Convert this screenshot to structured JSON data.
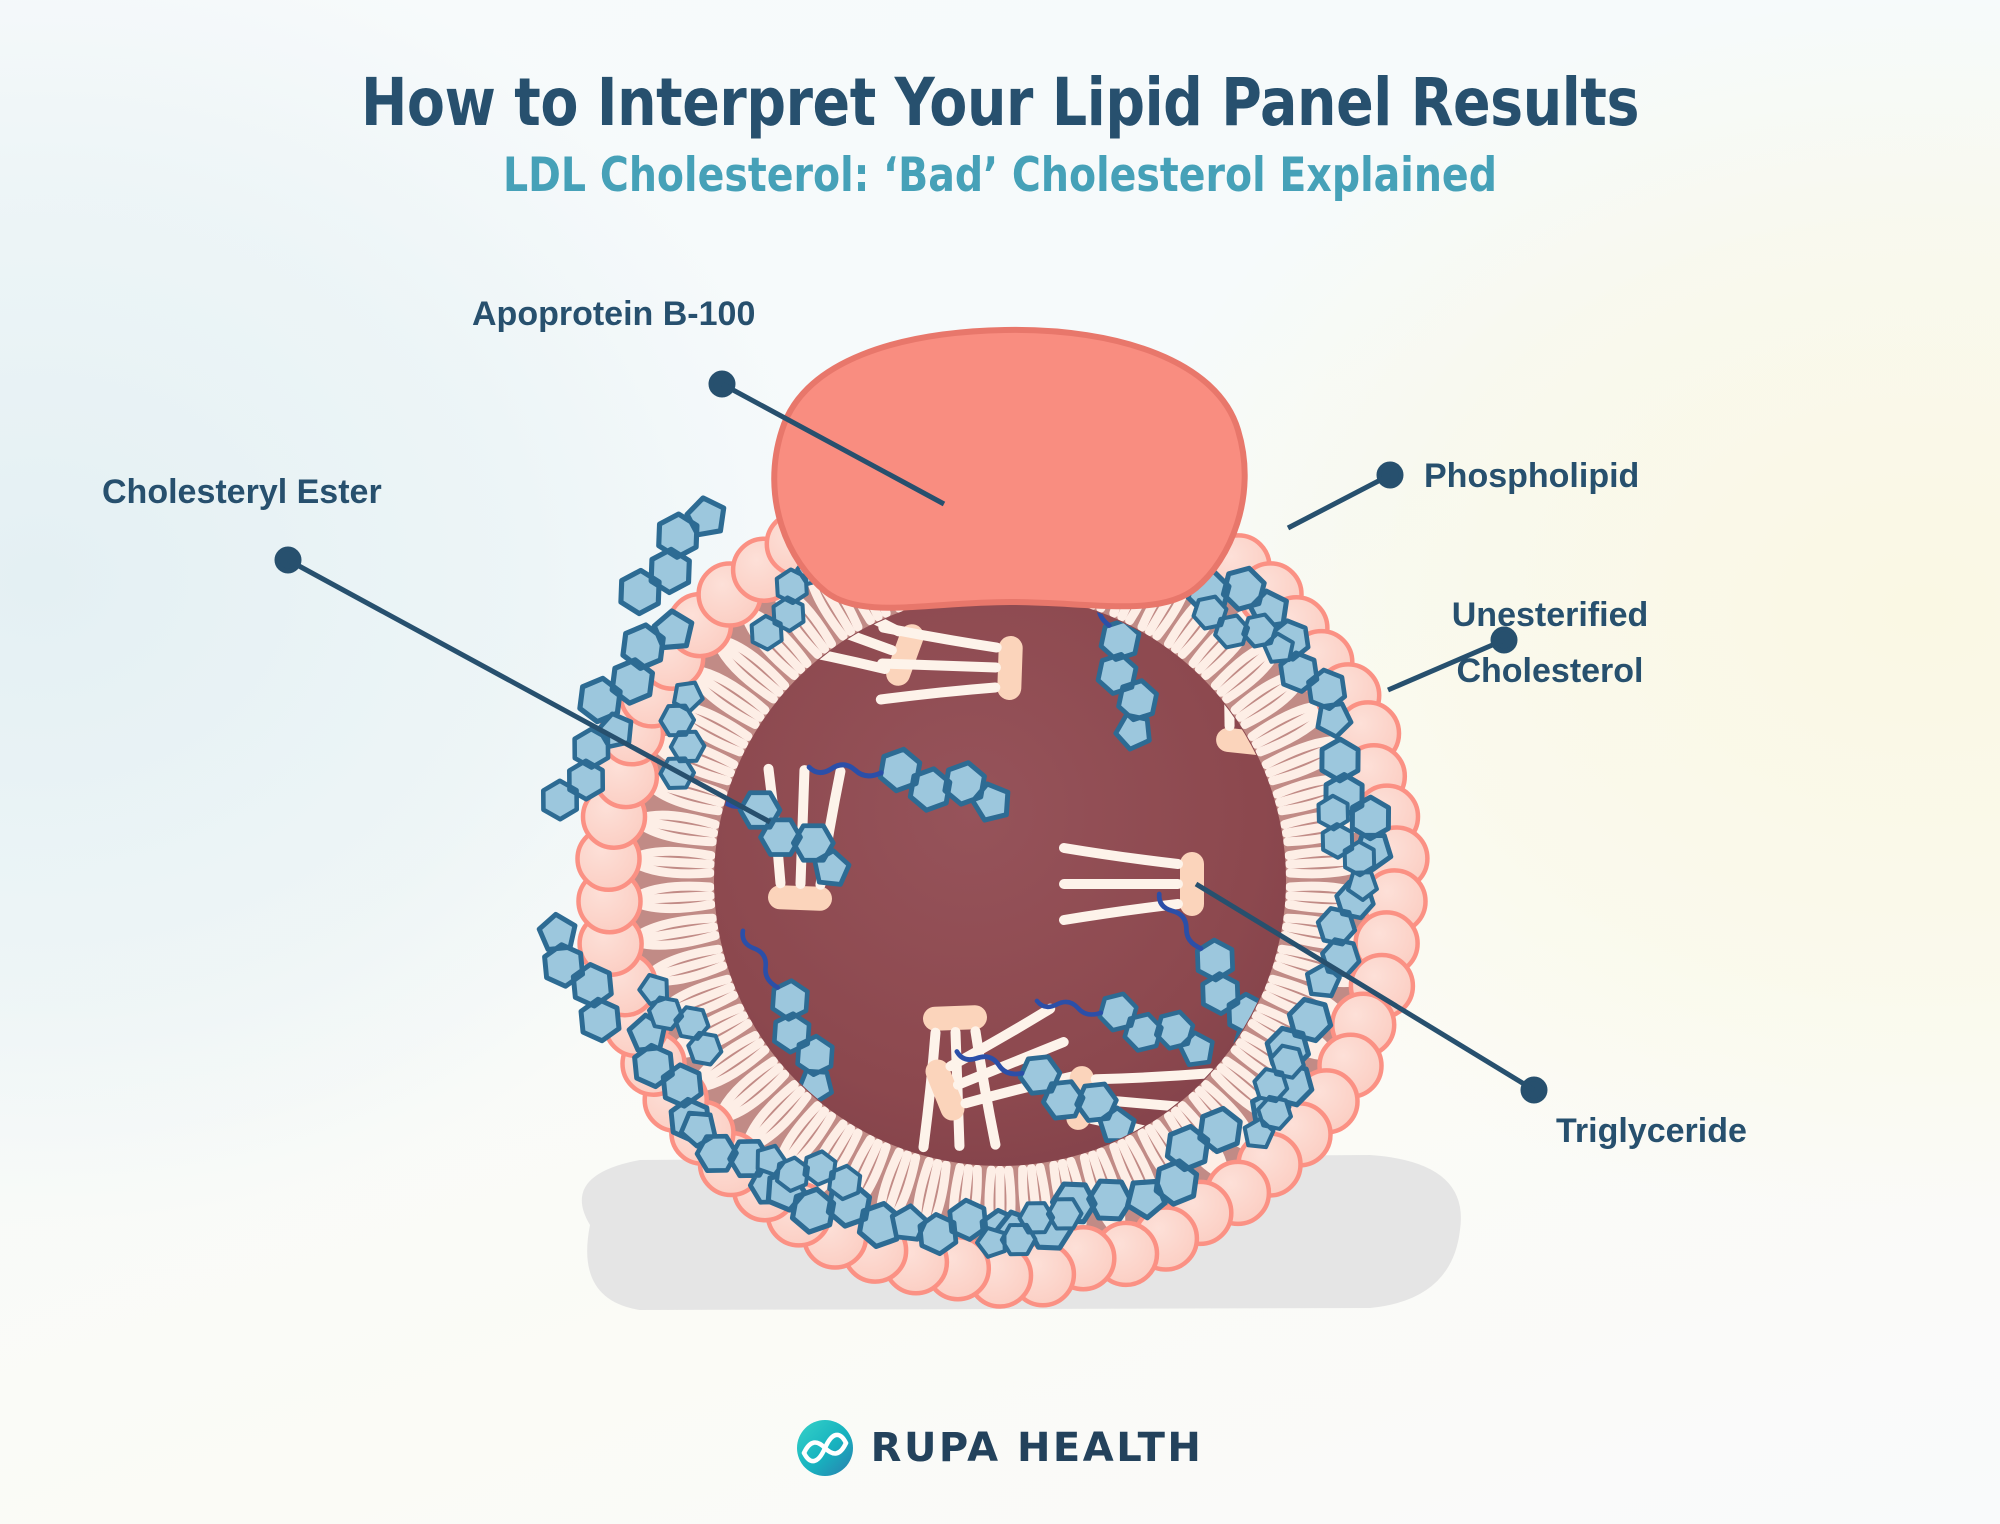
{
  "header": {
    "title": "How to Interpret Your Lipid Panel Results",
    "subtitle": "LDL Cholesterol: ‘Bad’ Cholesterol Explained"
  },
  "labels": {
    "apoprotein": "Apoprotein B-100",
    "cholesteryl_ester": "Cholesteryl Ester",
    "phospholipid": "Phospholipid",
    "unesterified_cholesterol_line1": "Unesterified",
    "unesterified_cholesterol_line2": "Cholesterol",
    "triglyceride": "Triglyceride"
  },
  "footer": {
    "brand": "RUPA HEALTH",
    "logo_icon": "rupa-infinity-logo-icon"
  },
  "colors": {
    "title": "#27506e",
    "subtitle": "#46a1b8",
    "label_text": "#27506e",
    "leader_line": "#27506e",
    "apoprotein_fill": "#f98d80",
    "apoprotein_stroke": "#e8766a",
    "core_fill": "#8e4a4f",
    "core_inner": "#8a474c",
    "membrane_band": "#c08a86",
    "phospholipid_head_fill": "#fcd4ca",
    "phospholipid_head_stroke": "#fb9184",
    "phospholipid_tail": "#fdeee6",
    "cholesterol_fill": "#9cc7dd",
    "cholesterol_stroke": "#2d6b93",
    "ester_tail": "#2b4fa8",
    "triglyceride_head": "#fbd4bb",
    "triglyceride_tail": "#fdf3ea",
    "shadow": "#e3e3e3",
    "logo_teal": "#1eb6c0",
    "background_left": "#e4f0f3",
    "background_right": "#faf8e4"
  },
  "diagram": {
    "name": "ldl-particle-diagram",
    "description": "Cross-section of an LDL lipoprotein particle showing a phospholipid monolayer shell, an apoprotein B-100 cap, unesterified cholesterol embedded in the shell, and a hydrophobic core of triglycerides and cholesteryl esters.",
    "components": [
      "Apoprotein B-100",
      "Phospholipid",
      "Unesterified Cholesterol",
      "Cholesteryl Ester",
      "Triglyceride"
    ]
  }
}
